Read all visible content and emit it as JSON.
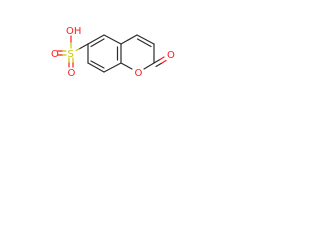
{
  "molecule": {
    "atoms": {
      "hydroxyl": "OH",
      "sulfur": "S",
      "sulfonyl_oxygen_top": "O",
      "sulfonyl_oxygen_bottom": "O",
      "ring_oxygen": "O",
      "carbonyl_oxygen": "O"
    },
    "colors": {
      "bond": "#2b2b2b",
      "oxygen": "#ff1a1a",
      "sulfur": "#c8c800",
      "carbon": "#2b2b2b"
    }
  }
}
